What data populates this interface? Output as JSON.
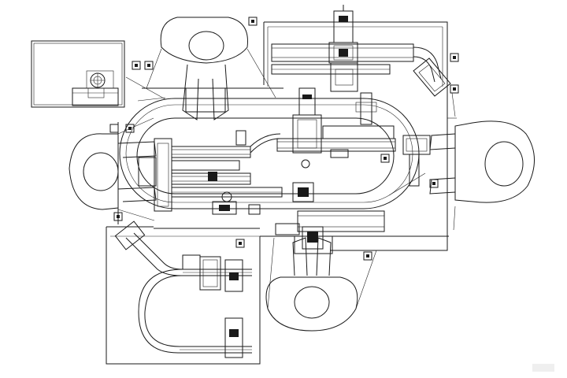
{
  "drawing": {
    "kind": "assembly line plan view",
    "colors": {
      "line": "#1a1a1a",
      "background": "#ffffff"
    },
    "operator_count": 4,
    "conveyor_loops": 2,
    "icons": [
      "operator-icon",
      "control-box-icon",
      "turntable-icon",
      "fixture-icon"
    ]
  }
}
